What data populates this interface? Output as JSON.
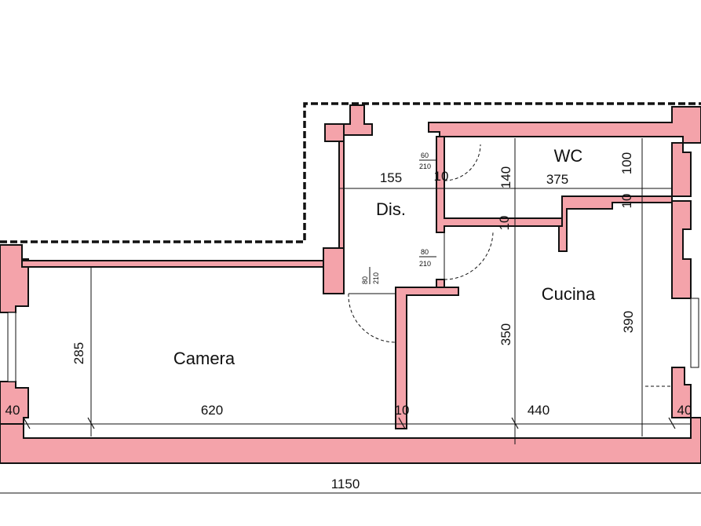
{
  "rooms": {
    "wc": "WC",
    "dis": "Dis.",
    "cucina": "Cucina",
    "camera": "Camera"
  },
  "dimensions": {
    "total": "1150",
    "camera_width": "620",
    "cucina_width": "440",
    "wall_left": "40",
    "wall_right": "40",
    "wall_middle": "10",
    "camera_height": "285",
    "cucina_height_350": "350",
    "cucina_height_390": "390",
    "dis_width": "155",
    "wc_width": "375",
    "wc_height": "140",
    "wc_window_100": "100",
    "dis_wall_10": "10",
    "wc_wall_10": "10",
    "cucina_wall_10": "10"
  },
  "doors": {
    "wc_door_width": "60",
    "wc_door_height": "210",
    "cucina_door_width": "80",
    "cucina_door_height": "210",
    "camera_door_width": "80",
    "camera_door_height": "210"
  }
}
